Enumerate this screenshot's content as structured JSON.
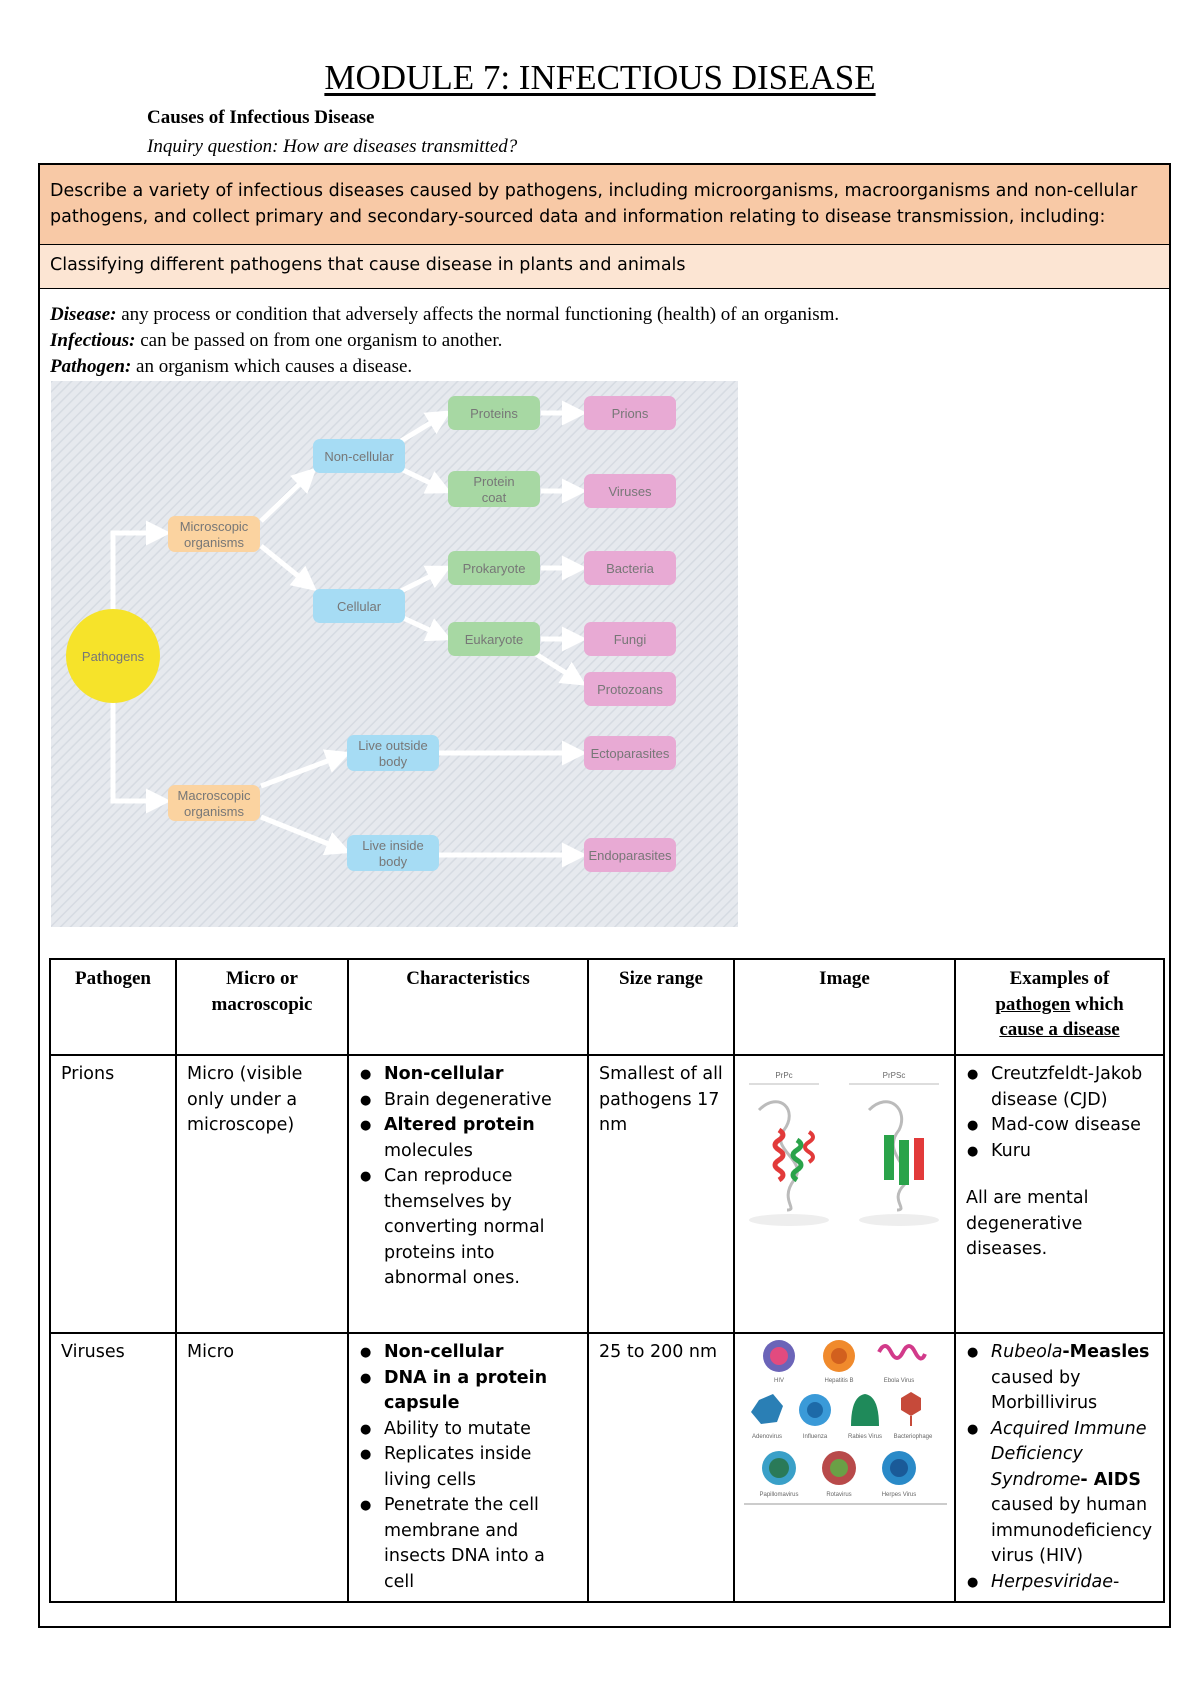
{
  "header": {
    "title": "MODULE 7: INFECTIOUS DISEASE",
    "subheading": "Causes of Infectious Disease",
    "inquiry": "Inquiry question: How are diseases transmitted?"
  },
  "syllabus": {
    "line1": "Describe a variety of infectious diseases caused by pathogens, including microorganisms, macroorganisms and non-cellular pathogens, and collect primary and secondary-sourced data and information relating to disease transmission, including:",
    "line2": "Classifying different pathogens that cause disease in plants and animals"
  },
  "definitions": [
    {
      "term": "Disease:",
      "text": " any process or condition that adversely affects the normal functioning (health) of an organism."
    },
    {
      "term": "Infectious:",
      "text": " can be passed on from one organism to another."
    },
    {
      "term": "Pathogen:",
      "text": " an organism which causes a disease."
    }
  ],
  "diagram": {
    "root": "Pathogens",
    "micro": [
      "Microscopic",
      "organisms"
    ],
    "macro": [
      "Macroscopic",
      "organisms"
    ],
    "noncellular": "Non-cellular",
    "cellular": "Cellular",
    "proteins": "Proteins",
    "protein_coat": [
      "Protein",
      "coat"
    ],
    "prokaryote": "Prokaryote",
    "eukaryote": "Eukaryote",
    "live_outside": [
      "Live outside",
      "body"
    ],
    "live_inside": [
      "Live inside",
      "body"
    ],
    "prions": "Prions",
    "viruses": "Viruses",
    "bacteria": "Bacteria",
    "fungi": "Fungi",
    "protozoans": "Protozoans",
    "ectoparasites": "Ectoparasites",
    "endoparasites": "Endoparasites",
    "colors": {
      "root": "#f6e32a",
      "orange": "#fbd3a0",
      "blue": "#a6dcf4",
      "green": "#a7d8a3",
      "pink": "#e8aad4",
      "bg": "#e3e7ec"
    }
  },
  "table": {
    "headers": {
      "pathogen": "Pathogen",
      "micro": "Micro or macroscopic",
      "char": "Characteristics",
      "size": "Size range",
      "image": "Image",
      "examples_a": "Examples of",
      "examples_b": "pathogen",
      "examples_c": " which",
      "examples_d": "cause a disease"
    },
    "prions": {
      "name": "Prions",
      "micro": "Micro (visible only under a microscope)",
      "char": [
        {
          "bold": "Non-cellular",
          "text": ""
        },
        {
          "bold": "",
          "text": "Brain degenerative"
        },
        {
          "bold": "Altered protein",
          "text": " molecules"
        },
        {
          "bold": "",
          "text": "Can reproduce themselves by converting normal proteins into abnormal ones."
        }
      ],
      "size": "Smallest of all pathogens 17 nm",
      "image_labels": [
        "PrPc",
        "PrPSc"
      ],
      "examples": [
        "Creutzfeldt-Jakob disease (CJD)",
        "Mad-cow disease",
        "Kuru"
      ],
      "note": "All are mental degenerative diseases."
    },
    "viruses": {
      "name": "Viruses",
      "micro": "Micro",
      "char": [
        {
          "bold": "Non-cellular",
          "text": ""
        },
        {
          "bold": "DNA in a protein capsule",
          "text": ""
        },
        {
          "bold": "",
          "text": "Ability to mutate"
        },
        {
          "bold": "",
          "text": "Replicates inside living cells"
        },
        {
          "bold": "",
          "text": "Penetrate the cell membrane  and insects DNA into a cell"
        }
      ],
      "size": "25 to 200 nm",
      "image_labels": [
        "HIV",
        "Hepatitis B",
        "Ebola Virus",
        "Adenovirus",
        "Influenza",
        "Rabies Virus",
        "Bacteriophage",
        "Papillomavirus",
        "Rotavirus",
        "Herpes Virus"
      ],
      "examples": [
        {
          "i": "Rubeola",
          "b": "-Measles",
          "t": " caused by Morbillivirus"
        },
        {
          "i": "Acquired Immune Deficiency Syndrome",
          "b": "- AIDS",
          "t": " caused by human immunodeficiency virus (HIV)"
        },
        {
          "i": "Herpesviridae",
          "b": "",
          "t": "-"
        }
      ]
    }
  }
}
